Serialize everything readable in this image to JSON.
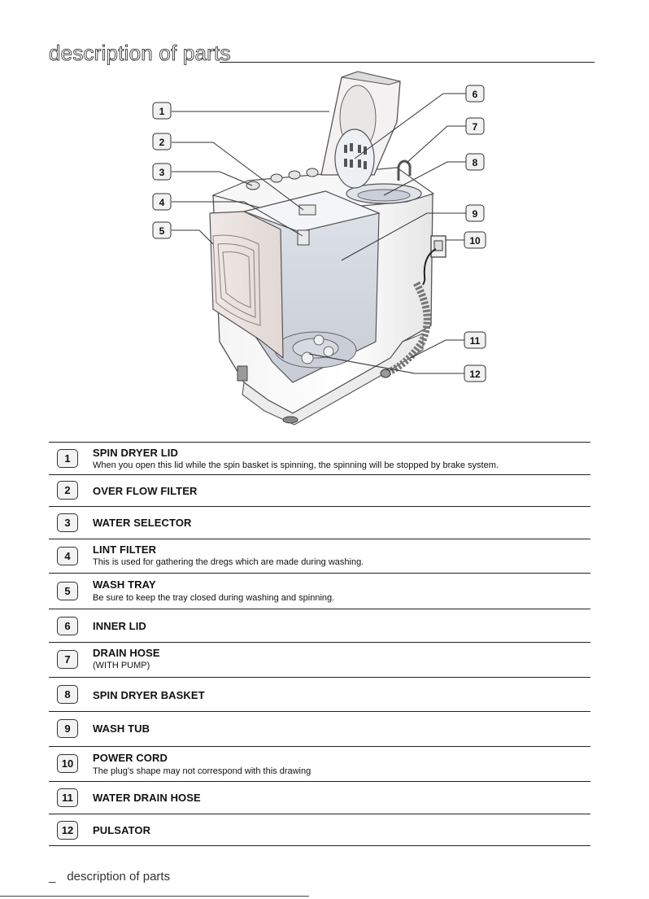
{
  "page": {
    "title": "description of parts",
    "footer_text": "description of parts",
    "footer_dash": "_"
  },
  "figure": {
    "callouts": [
      "1",
      "2",
      "3",
      "4",
      "5",
      "6",
      "7",
      "8",
      "9",
      "10",
      "11",
      "12"
    ]
  },
  "parts": [
    {
      "num": "1",
      "name": "SPIN DRYER LID",
      "desc": "When you open this lid while  the spin basket is spinning,  the spinning will be stopped  by brake system."
    },
    {
      "num": "2",
      "name": "OVER FLOW FILTER",
      "desc": ""
    },
    {
      "num": "3",
      "name": "WATER SELECTOR",
      "desc": ""
    },
    {
      "num": "4",
      "name": "LINT FILTER",
      "desc": "This is used for gathering  the dregs which are made  during washing."
    },
    {
      "num": "5",
      "name": "WASH TRAY",
      "desc": "Be sure to keep the tray closed during washing and spinning."
    },
    {
      "num": "6",
      "name": "INNER LID",
      "desc": ""
    },
    {
      "num": "7",
      "name": "DRAIN HOSE",
      "desc": "(WITH PUMP)"
    },
    {
      "num": "8",
      "name": "SPIN DRYER BASKET",
      "desc": ""
    },
    {
      "num": "9",
      "name": "WASH TUB",
      "desc": ""
    },
    {
      "num": "10",
      "name": "POWER CORD",
      "desc": "The plug’s shape may not correspond with this drawing"
    },
    {
      "num": "11",
      "name": "WATER DRAIN HOSE",
      "desc": ""
    },
    {
      "num": "12",
      "name": "PULSATOR",
      "desc": ""
    }
  ]
}
